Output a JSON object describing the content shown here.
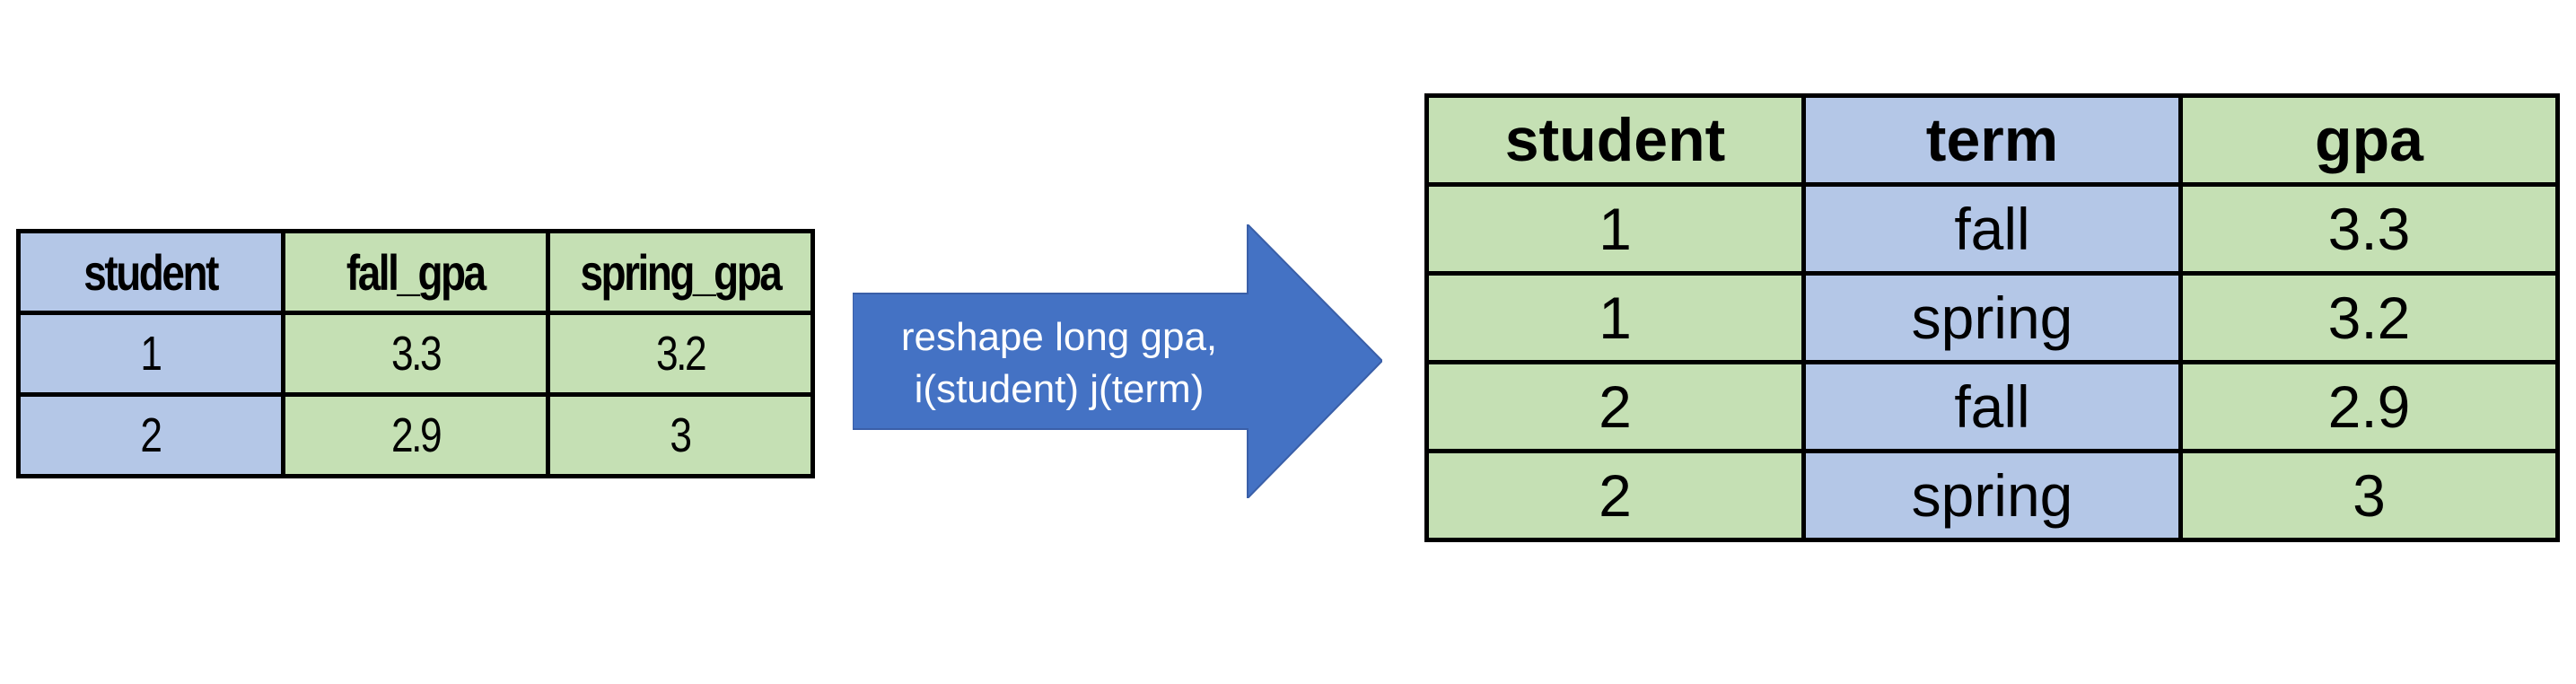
{
  "wide_table": {
    "headers": [
      "student",
      "fall_gpa",
      "spring_gpa"
    ],
    "rows": [
      [
        "1",
        "3.3",
        "3.2"
      ],
      [
        "2",
        "2.9",
        "3"
      ]
    ]
  },
  "arrow": {
    "line1": "reshape long gpa,",
    "line2": "i(student) j(term)",
    "color": "#4472c4"
  },
  "long_table": {
    "headers": [
      "student",
      "term",
      "gpa"
    ],
    "rows": [
      [
        "1",
        "fall",
        "3.3"
      ],
      [
        "1",
        "spring",
        "3.2"
      ],
      [
        "2",
        "fall",
        "2.9"
      ],
      [
        "2",
        "spring",
        "3"
      ]
    ]
  },
  "colors": {
    "blue_fill": "#b4c7e7",
    "green_fill": "#c5e0b4"
  }
}
